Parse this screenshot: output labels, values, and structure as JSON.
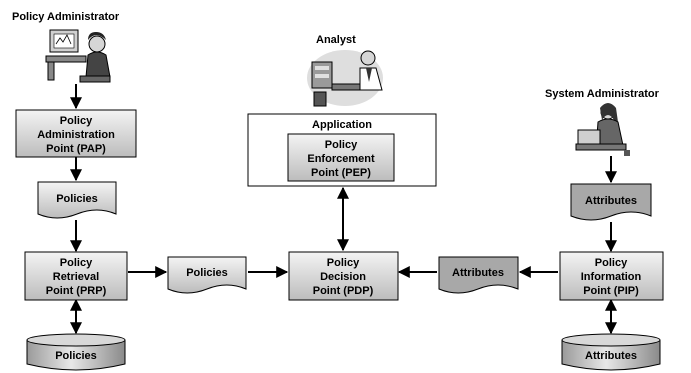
{
  "roles": {
    "policy_admin": "Policy Administrator",
    "analyst": "Analyst",
    "system_admin": "System Administrator"
  },
  "nodes": {
    "pap": [
      "Policy",
      "Administration",
      "Point (PAP)"
    ],
    "application": "Application",
    "pep": [
      "Policy",
      "Enforcement",
      "Point (PEP)"
    ],
    "prp": [
      "Policy",
      "Retrieval",
      "Point (PRP)"
    ],
    "pdp": [
      "Policy",
      "Decision",
      "Point (PDP)"
    ],
    "pip": [
      "Policy",
      "Information",
      "Point (PIP)"
    ]
  },
  "documents": {
    "policies_left": "Policies",
    "policies_mid": "Policies",
    "attributes_mid": "Attributes",
    "attributes_right": "Attributes"
  },
  "stores": {
    "policies_db": "Policies",
    "attributes_db": "Attributes"
  },
  "colors": {
    "box_light": "#f4f4f4",
    "box_dark": "#b8b8b8",
    "attr_fill": "#9a9a9a"
  }
}
